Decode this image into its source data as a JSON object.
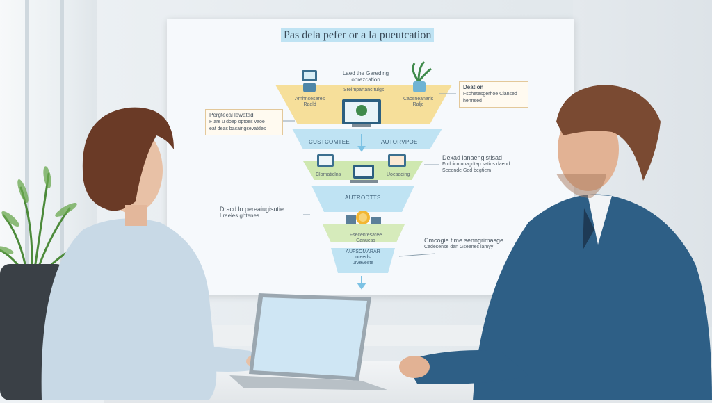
{
  "slide": {
    "title": "Pas dela pefer or a la pueutcation",
    "top_label_1": "Laed the Gareding",
    "top_label_2": "oprezcation",
    "top_sub": "Sreimpartanc tuigs",
    "left_item_1": "Arnhnceseres",
    "left_item_2": "Raeld",
    "right_item_1": "Caosneanaris",
    "right_item_2": "Ralje",
    "right_box_title": "Deation",
    "right_box_text_1": "Fschetesgerhoe Clansed",
    "right_box_text_2": "hennsed",
    "left_box_line_1": "Pergtecal lewatad",
    "left_box_line_2": "F are u doep optoes vaoe",
    "left_box_line_3": "eat deas bacaingsevatdes",
    "band_1": "CUSTCOMTEE",
    "band_2": "AUTORVPOE",
    "mid_item_1": "Clomaticlns",
    "mid_item_2": "Uoesading",
    "right_note_1_title": "Dexad lanaengistisad",
    "right_note_1_line_1": "Fudcicrcunagrltap satios daeod",
    "right_note_1_line_2": "Seeonde Ged begtiem",
    "band_3": "AUTRODTTS",
    "left_note_title": "Dracd lo pereaiugisutie",
    "left_note_line": "Lraeies ghtenes",
    "low_item_1": "Fsecentesaree",
    "low_item_2": "Canuess",
    "right_note_2_title": "Cmcogie time senngrimasge",
    "right_note_2_line": "Cedesense dan Gseenec lamyy",
    "band_4_line_1": "AUFSOMARAR",
    "band_4_line_2": "oreeds",
    "band_4_line_3": "urveveste"
  }
}
